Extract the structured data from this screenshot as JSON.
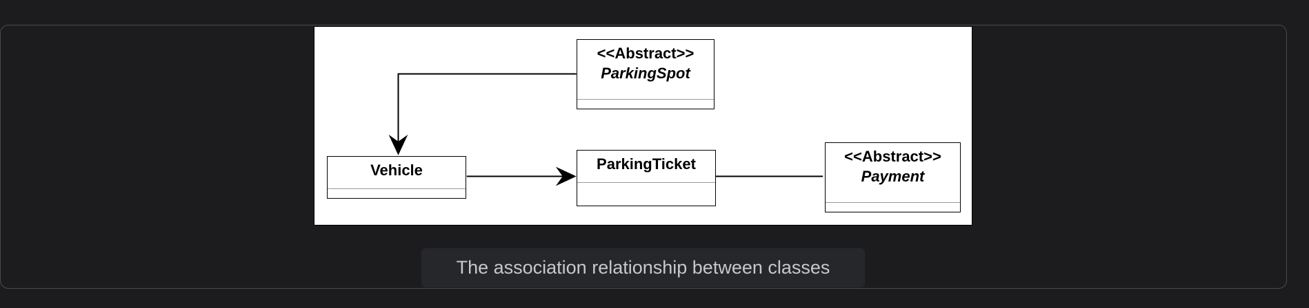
{
  "diagram": {
    "classes": {
      "parking_spot": {
        "stereotype": "<<Abstract>>",
        "name": "ParkingSpot"
      },
      "vehicle": {
        "name": "Vehicle"
      },
      "parking_ticket": {
        "name": "ParkingTicket"
      },
      "payment": {
        "stereotype": "<<Abstract>>",
        "name": "Payment"
      }
    },
    "relationships": [
      {
        "from": "ParkingSpot",
        "to": "Vehicle",
        "type": "directed-association"
      },
      {
        "from": "Vehicle",
        "to": "ParkingTicket",
        "type": "directed-association"
      },
      {
        "from": "ParkingTicket",
        "to": "Payment",
        "type": "association"
      }
    ]
  },
  "caption": "The association relationship between classes"
}
